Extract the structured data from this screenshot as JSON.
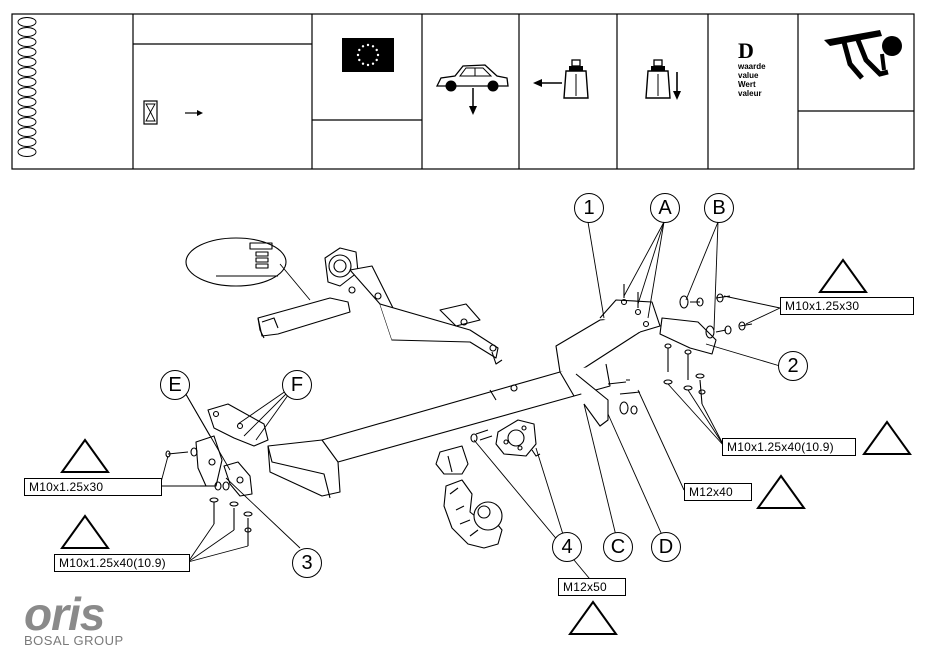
{
  "header": {
    "marker_icon": "hourglass-icon",
    "arrow_icon": "arrow-right-icon",
    "eu_flag_icon": "eu-flag-icon",
    "car_icon": "car-load-icon",
    "weight_left_icon": "weight-horizontal-icon",
    "weight_down_icon": "weight-vertical-icon",
    "d_value": {
      "letter": "D",
      "lines": [
        "waarde",
        "value",
        "Wert",
        "valeur"
      ]
    },
    "towbar_icon": "towbar-icon"
  },
  "callouts": {
    "c1": "1",
    "cA": "A",
    "cB": "B",
    "c2": "2",
    "cE": "E",
    "cF": "F",
    "c3": "3",
    "c4": "4",
    "cC": "C",
    "cD": "D"
  },
  "bolt_specs": {
    "b1": "M10x1.25x30",
    "b2": "M10x1.25x40(10.9)",
    "b3": "M12x40",
    "b4": "M10x1.25x30",
    "b5": "M10x1.25x40(10.9)",
    "b6": "M12x50"
  },
  "warning_icon": "warning-triangle-icon",
  "logo": {
    "word": "oris",
    "group": "BOSAL GROUP"
  },
  "colors": {
    "line": "#000000",
    "logo_grey": "#8a8a8a"
  }
}
